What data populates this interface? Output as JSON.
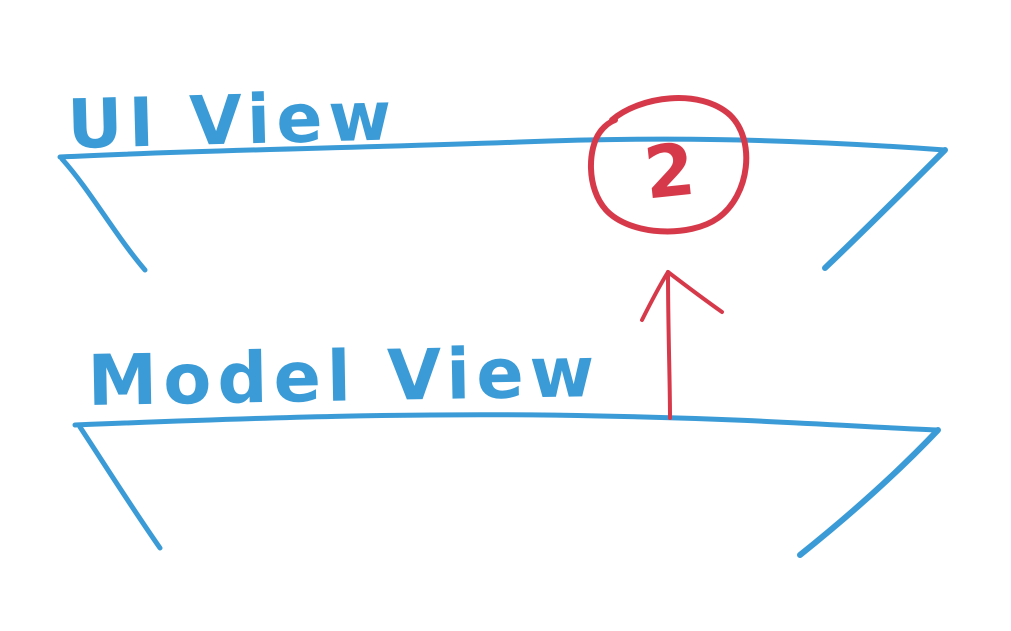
{
  "colors": {
    "layer_stroke": "#3b9bd6",
    "annotation": "#d63a4a",
    "background": "#ffffff"
  },
  "layers": [
    {
      "label": "UI View"
    },
    {
      "label": "Model View"
    }
  ],
  "annotation": {
    "number": "2"
  }
}
